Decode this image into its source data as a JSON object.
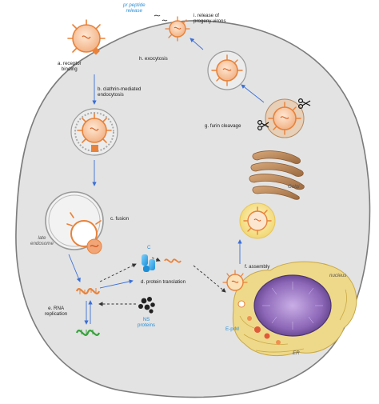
{
  "labels": {
    "pr_peptide": "pr peptide\nrelease",
    "release": "i. release of\nprogeny virons",
    "receptor": "a. receptor\nbinding",
    "exocytosis": "h. exocytosis",
    "clathrin": "b. clathrin-mediated\nendocytosis",
    "furin": "g. furin cleavage",
    "golgi": "Golgi",
    "fusion": "c. fusion",
    "late_endosome": "late\nendosome",
    "c_protein": "C",
    "assembly": "f. assembly",
    "nucleus": "nucleus",
    "translation": "d. protein translation",
    "rna_replication": "e. RNA\nreplication",
    "ns_proteins": "NS\nproteins",
    "eprm": "E-prM",
    "er": "ER"
  },
  "colors": {
    "cell_fill": "#e3e3e3",
    "cell_border": "#7c7c7c",
    "virus_orange": "#e8823a",
    "arrow_blue": "#3a6fd8",
    "label_blue": "#2b8fd6",
    "rna_green": "#36a33a",
    "nucleus_purple": "#7d5aa8",
    "golgi_brown": "#b48256",
    "immature_fill": "#f3e8a0"
  }
}
